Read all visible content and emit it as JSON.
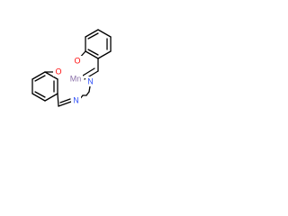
{
  "colors": {
    "bond": "#000000",
    "oxygen": "#ff0d0d",
    "nitrogen": "#3050f8",
    "metal": "#8a6fa8",
    "background": "#ffffff"
  },
  "atoms": {
    "o_upper": "O",
    "o_lower": "O",
    "metal": "Mn",
    "n_left": "N",
    "n_right": "N"
  }
}
